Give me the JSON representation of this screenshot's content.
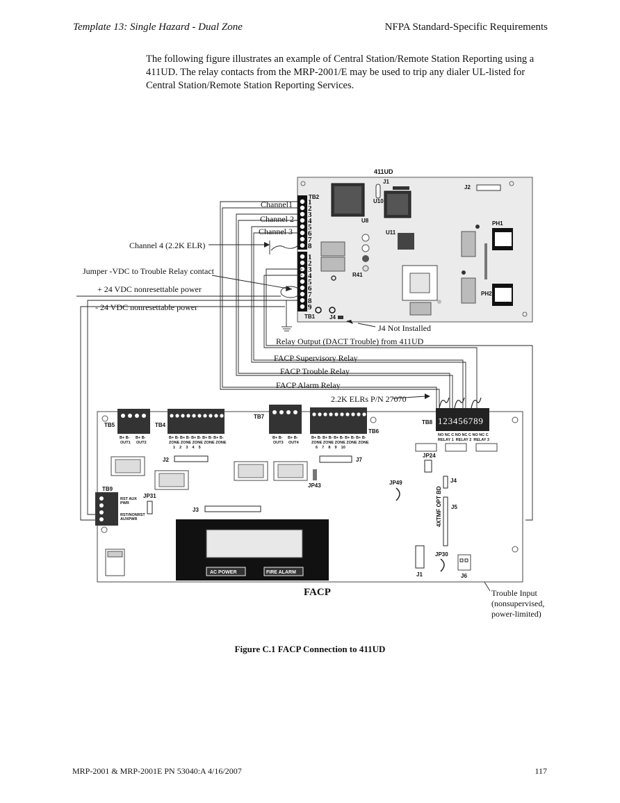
{
  "header": {
    "left": "Template 13: Single Hazard - Dual Zone",
    "right": "NFPA Standard-Specific Requirements"
  },
  "intro": "The following figure illustrates an example of Central Station/Remote Station Reporting using a 411UD.  The relay contacts from the MRP-2001/E  may be used to trip any dialer UL-listed for Central Station/Remote Station Reporting Services.",
  "diagram": {
    "udact": {
      "title": "411UD",
      "tb2": "TB2",
      "tb1": "TB1",
      "j1": "J1",
      "j2": "J2",
      "j4": "J4",
      "u8": "U8",
      "u10": "U10",
      "u11": "U11",
      "r41": "R41",
      "ph1": "PH1",
      "ph2": "PH2",
      "tb2_terminals": [
        "1",
        "2",
        "3",
        "4",
        "5",
        "6",
        "7",
        "8"
      ],
      "tb1_terminals": [
        "1",
        "2",
        "3",
        "4",
        "5",
        "6",
        "7",
        "8",
        "9"
      ]
    },
    "callouts": {
      "ch1": "Channel1",
      "ch2": "Channel 2",
      "ch3": "Channel 3",
      "ch4": "Channel 4 (2.2K ELR)",
      "jumper": "Jumper -VDC to Trouble Relay contact",
      "pos24": "+ 24 VDC nonresettable power",
      "neg24": "- 24 VDC nonresettable power",
      "j4_not_installed": "J4 Not Installed",
      "relay_output": "Relay Output (DACT Trouble) from 411UD",
      "sup_relay": "FACP Supervisory Relay",
      "trb_relay": "FACP Trouble Relay",
      "alarm_relay": "FACP Alarm Relay",
      "elrs": "2.2K ELRs P/N 27070",
      "trouble_input_1": "Trouble Input",
      "trouble_input_2": "(nonsupervised,",
      "trouble_input_3": "power-limited)"
    },
    "facp": {
      "title": "FACP",
      "tb5": "TB5",
      "tb5_sub1": "B+ B-",
      "tb5_sub1b": "OUT1",
      "tb5_sub2": "B+ B-",
      "tb5_sub2b": "OUT2",
      "tb4": "TB4",
      "tb4_sub": "B+ B- B+ B- B+ B- B+ B- B+ B-",
      "tb4_zone": "ZONE ZONE ZONE ZONE ZONE",
      "tb4_num": "1    2    3    4    5",
      "tb7": "TB7",
      "tb7_sub1": "B+ B-",
      "tb7_sub1b": "OUT3",
      "tb7_sub2": "B+ B-",
      "tb7_sub2b": "OUT4",
      "tb6": "TB6",
      "tb6_sub": "B+ B- B+ B- B+ B- B+ B- B+ B-",
      "tb6_zone": "ZONE ZONE ZONE ZONE ZONE",
      "tb6_num": "6    7    8    9    10",
      "tb8": "TB8",
      "tb8_numbers": "123456789",
      "tb8_sub": "NO NC C NO NC C NO NC C",
      "tb8_relays": "RELAY 1  RELAY 2  RELAY 3",
      "tb9": "TB9",
      "tb9_a": "RST AUX",
      "tb9_b": "PWR",
      "tb9_c": "RST/NONRST",
      "tb9_d": "AUXPWR",
      "j1": "J1",
      "j2": "J2",
      "j3": "J3",
      "j4": "J4",
      "j5": "J5",
      "j6": "J6",
      "j7": "J7",
      "jp24": "JP24",
      "jp30": "JP30",
      "jp31": "JP31",
      "jp43": "JP43",
      "jp49": "JP49",
      "opt_bd": "4XTMF OPT BD",
      "ac_power": "AC POWER",
      "fire_alarm": "FIRE ALARM"
    }
  },
  "caption": "Figure C.1 FACP Connection to 411UD",
  "footer": {
    "left": "MRP-2001 & MRP-2001E   PN 53040:A  4/16/2007",
    "right": "117"
  }
}
